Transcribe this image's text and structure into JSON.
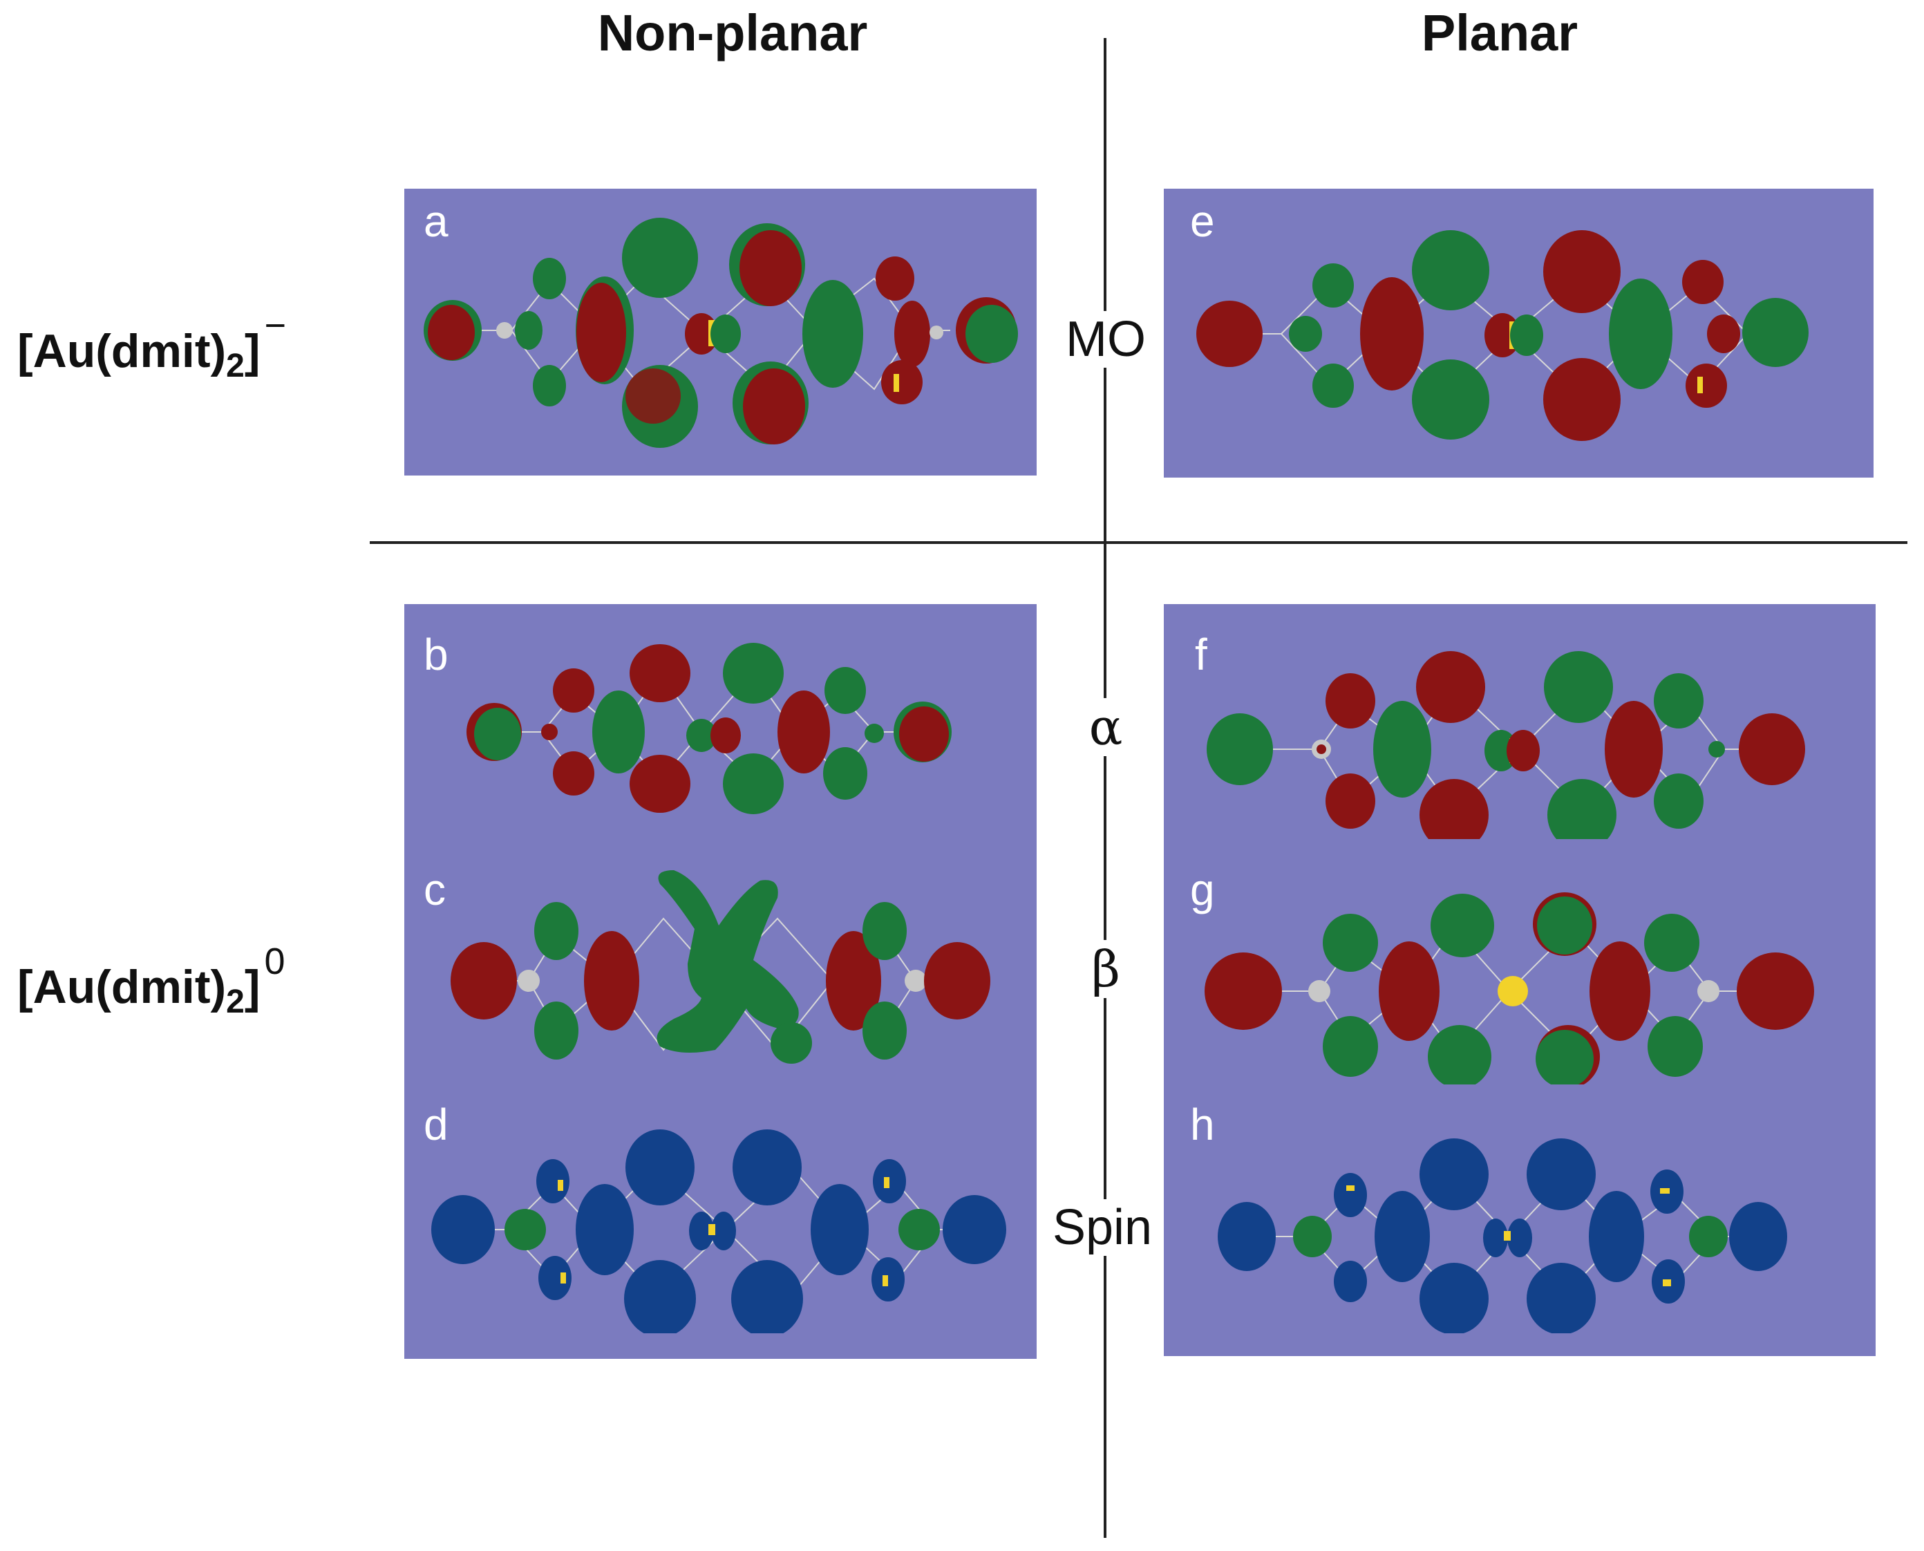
{
  "columns": {
    "left": "Non-planar",
    "right": "Planar"
  },
  "rows": {
    "anion": {
      "main": "[Au(dmit)",
      "sub": "2",
      "close": "]",
      "sup": "−"
    },
    "neutral": {
      "main": "[Au(dmit)",
      "sub": "2",
      "close": "]",
      "sup": "0"
    }
  },
  "middle_labels": {
    "mo": "MO",
    "alpha": "α",
    "beta": "β",
    "spin": "Spin"
  },
  "panels": {
    "a": "a",
    "b": "b",
    "c": "c",
    "d": "d",
    "e": "e",
    "f": "f",
    "g": "g",
    "h": "h"
  },
  "colors": {
    "panel_bg": "#7b7bbf",
    "lobe_red": "#8b1414",
    "lobe_green": "#1c7a3a",
    "spin_blue": "#12418a",
    "atom_grey": "#c8c8c8",
    "atom_yellow": "#f2d22a"
  }
}
